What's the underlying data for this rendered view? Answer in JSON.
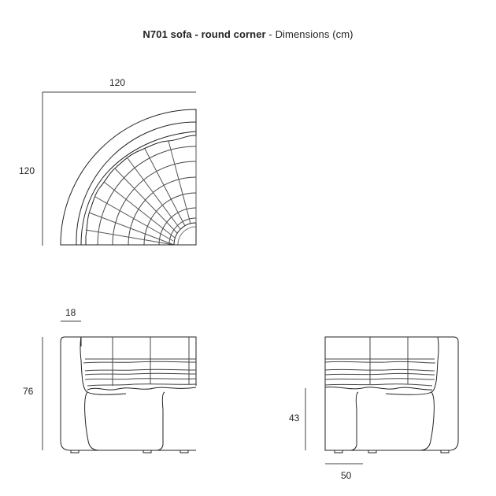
{
  "title": {
    "model": "N701 sofa - round corner",
    "separator": " - ",
    "subtitle": "Dimensions (cm)"
  },
  "dimensions": {
    "top_width": "120",
    "top_depth": "120",
    "arm_width": "18",
    "height": "76",
    "seat_height": "43",
    "seat_depth": "50"
  }
}
